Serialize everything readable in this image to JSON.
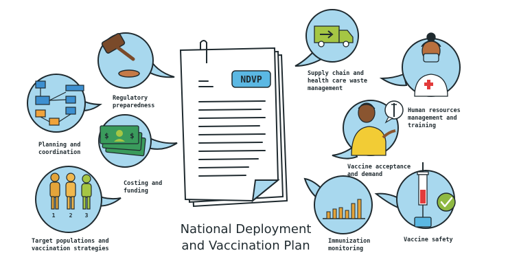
{
  "title": "National Deployment\nand Vaccination Plan",
  "document_badge": "NDVP",
  "topics": {
    "regulatory": "Regulatory\npreparedness",
    "planning": "Planning and\ncoordination",
    "costing": "Costing and\nfunding",
    "target": "Target populations and\nvaccination strategies",
    "supply": "Supply chain and\nhealth care waste\nmanagement",
    "hr": "Human resources\nmanagement and\ntraining",
    "acceptance": "Vaccine acceptance\nand demand",
    "immunization": "Immunization\nmonitoring",
    "safety": "Vaccine safety"
  },
  "group_numbers": [
    "1",
    "2",
    "3"
  ],
  "money_symbol": "$",
  "colors": {
    "bubble": "#a8d8ee",
    "outline": "#1f2a2f",
    "badge": "#5bb8e3",
    "truck": "#a5c644",
    "money": "#3a9b5c",
    "bars": "#e4a43a",
    "check": "#8fb942",
    "cross": "#e23b3b",
    "flow_blue": "#3d8fd0",
    "flow_orange": "#f0a33c"
  }
}
